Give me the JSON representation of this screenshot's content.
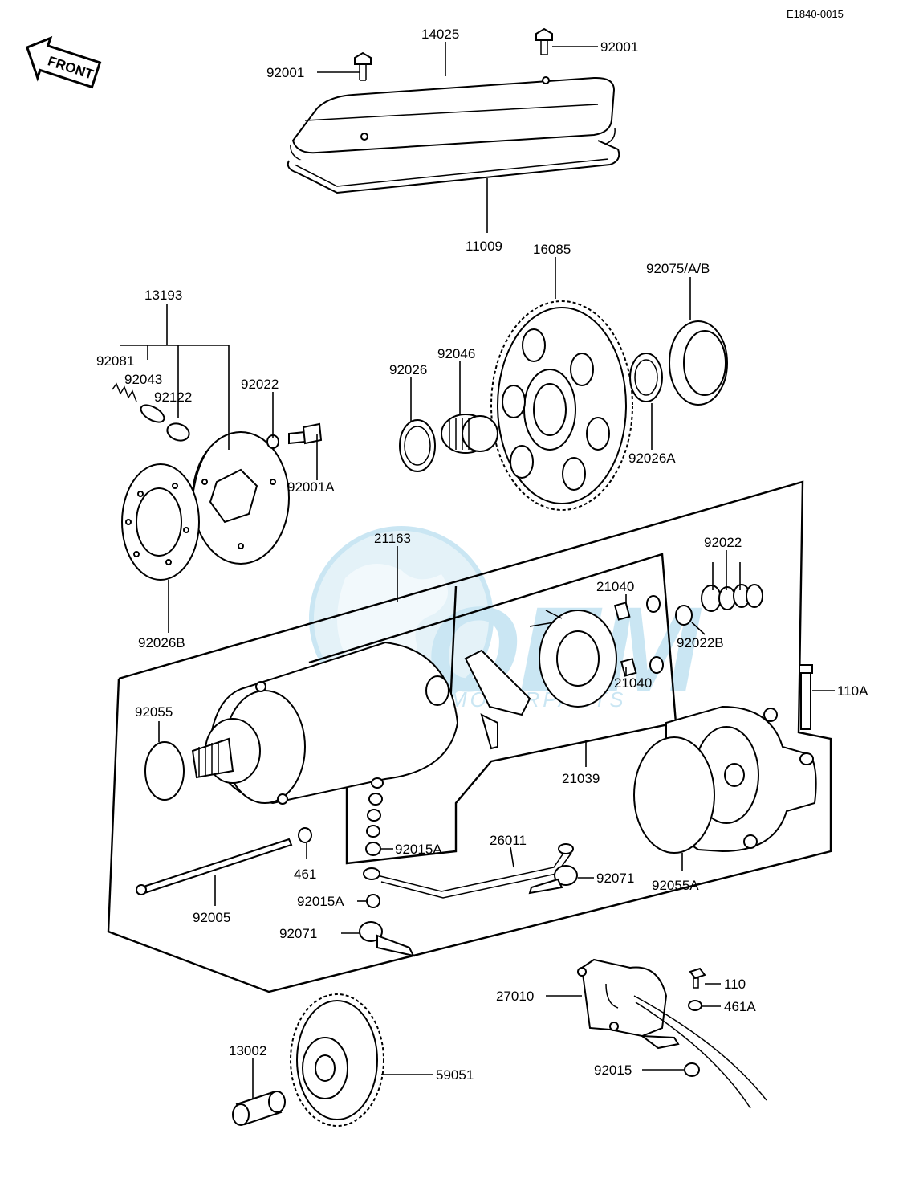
{
  "diagram_code": "E1840-0015",
  "front_label": "FRONT",
  "watermark": {
    "brand": "OEM",
    "tagline": "MOTORPARTS"
  },
  "colors": {
    "lines": "#000000",
    "background": "#ffffff",
    "watermark": "#9fd3ea"
  },
  "parts": [
    {
      "id": "p14025",
      "number": "14025",
      "name": "starter-cover"
    },
    {
      "id": "p92001a",
      "number": "92001",
      "name": "cover-bolt-left"
    },
    {
      "id": "p92001b",
      "number": "92001",
      "name": "cover-bolt-right"
    },
    {
      "id": "p11009",
      "number": "11009",
      "name": "cover-gasket"
    },
    {
      "id": "p16085",
      "number": "16085",
      "name": "starter-gear"
    },
    {
      "id": "p92075",
      "number": "92075/A/B",
      "name": "shim"
    },
    {
      "id": "p13193",
      "number": "13193",
      "name": "starter-clutch-assembly"
    },
    {
      "id": "p92081",
      "number": "92081",
      "name": "spring"
    },
    {
      "id": "p92043",
      "number": "92043",
      "name": "pin"
    },
    {
      "id": "p92122",
      "number": "92122",
      "name": "roller"
    },
    {
      "id": "p92022",
      "number": "92022",
      "name": "washer"
    },
    {
      "id": "p92001A",
      "number": "92001A",
      "name": "clutch-bolt"
    },
    {
      "id": "p92026",
      "number": "92026",
      "name": "washer"
    },
    {
      "id": "p92046",
      "number": "92046",
      "name": "needle-bearing"
    },
    {
      "id": "p92026A",
      "number": "92026A",
      "name": "washer"
    },
    {
      "id": "p92026B",
      "number": "92026B",
      "name": "clutch-plate"
    },
    {
      "id": "p21163",
      "number": "21163",
      "name": "starter-motor"
    },
    {
      "id": "p92022g",
      "number": "92022",
      "name": "washer-set"
    },
    {
      "id": "p21040a",
      "number": "21040",
      "name": "brush"
    },
    {
      "id": "p21040b",
      "number": "21040",
      "name": "brush"
    },
    {
      "id": "p92022B",
      "number": "92022B",
      "name": "washer"
    },
    {
      "id": "p110A",
      "number": "110A",
      "name": "bolt"
    },
    {
      "id": "p92055",
      "number": "92055",
      "name": "o-ring"
    },
    {
      "id": "p21039",
      "number": "21039",
      "name": "brush-holder"
    },
    {
      "id": "p461",
      "number": "461",
      "name": "washer"
    },
    {
      "id": "p92015Aa",
      "number": "92015A",
      "name": "nut"
    },
    {
      "id": "p26011",
      "number": "26011",
      "name": "lead-wire"
    },
    {
      "id": "p92071a",
      "number": "92071",
      "name": "cap"
    },
    {
      "id": "p92055A",
      "number": "92055A",
      "name": "o-ring"
    },
    {
      "id": "p92005",
      "number": "92005",
      "name": "through-bolt"
    },
    {
      "id": "p92015Ab",
      "number": "92015A",
      "name": "nut"
    },
    {
      "id": "p92071b",
      "number": "92071",
      "name": "cap"
    },
    {
      "id": "p27010",
      "number": "27010",
      "name": "starter-relay"
    },
    {
      "id": "p110",
      "number": "110",
      "name": "bolt"
    },
    {
      "id": "p461A",
      "number": "461A",
      "name": "washer"
    },
    {
      "id": "p92015",
      "number": "92015",
      "name": "nut"
    },
    {
      "id": "p13002",
      "number": "13002",
      "name": "bushing"
    },
    {
      "id": "p59051",
      "number": "59051",
      "name": "idle-gear"
    }
  ]
}
